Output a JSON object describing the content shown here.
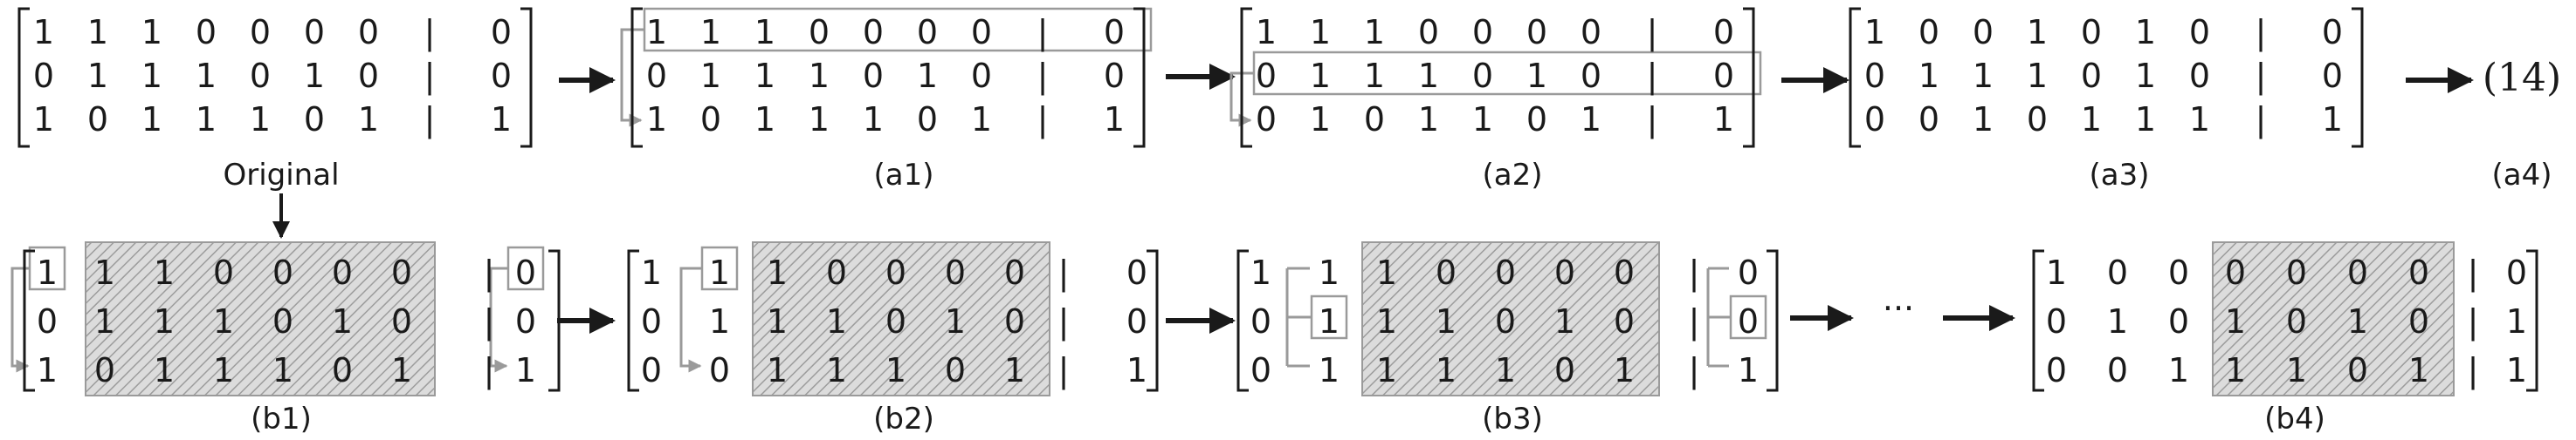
{
  "top": {
    "m0": [
      [
        "1",
        "1",
        "1",
        "0",
        "0",
        "0",
        "0",
        "|",
        "0"
      ],
      [
        "0",
        "1",
        "1",
        "1",
        "0",
        "1",
        "0",
        "|",
        "0"
      ],
      [
        "1",
        "0",
        "1",
        "1",
        "1",
        "0",
        "1",
        "|",
        "1"
      ]
    ],
    "a1": [
      [
        "1",
        "1",
        "1",
        "0",
        "0",
        "0",
        "0",
        "|",
        "0"
      ],
      [
        "0",
        "1",
        "1",
        "1",
        "0",
        "1",
        "0",
        "|",
        "0"
      ],
      [
        "1",
        "0",
        "1",
        "1",
        "1",
        "0",
        "1",
        "|",
        "1"
      ]
    ],
    "a2": [
      [
        "1",
        "1",
        "1",
        "0",
        "0",
        "0",
        "0",
        "|",
        "0"
      ],
      [
        "0",
        "1",
        "1",
        "1",
        "0",
        "1",
        "0",
        "|",
        "0"
      ],
      [
        "0",
        "1",
        "0",
        "1",
        "1",
        "0",
        "1",
        "|",
        "1"
      ]
    ],
    "a3": [
      [
        "1",
        "0",
        "0",
        "1",
        "0",
        "1",
        "0",
        "|",
        "0"
      ],
      [
        "0",
        "1",
        "1",
        "1",
        "0",
        "1",
        "0",
        "|",
        "0"
      ],
      [
        "0",
        "0",
        "1",
        "0",
        "1",
        "1",
        "1",
        "|",
        "1"
      ]
    ],
    "labels": {
      "a1": "(a1)",
      "a2": "(a2)",
      "a3": "(a3)",
      "a4": "(a4)"
    },
    "eq": "(14)",
    "original": "Original"
  },
  "bottom": {
    "b1": {
      "left": [
        [
          "1"
        ],
        [
          "0"
        ],
        [
          "1"
        ]
      ],
      "shaded": [
        [
          "1",
          "1",
          "0",
          "0",
          "0",
          "0"
        ],
        [
          "1",
          "1",
          "1",
          "0",
          "1",
          "0"
        ],
        [
          "0",
          "1",
          "1",
          "1",
          "0",
          "1"
        ]
      ],
      "bar": "|",
      "right": [
        "0",
        "0",
        "1"
      ]
    },
    "b2": {
      "left": [
        [
          "1",
          "1"
        ],
        [
          "0",
          "1"
        ],
        [
          "0",
          "0"
        ]
      ],
      "shaded": [
        [
          "1",
          "0",
          "0",
          "0",
          "0"
        ],
        [
          "1",
          "1",
          "0",
          "1",
          "0"
        ],
        [
          "1",
          "1",
          "1",
          "0",
          "1"
        ]
      ],
      "bar": "|",
      "right": [
        "0",
        "0",
        "1"
      ]
    },
    "b3": {
      "left": [
        [
          "1",
          "1"
        ],
        [
          "0",
          "1"
        ],
        [
          "0",
          "1"
        ]
      ],
      "shaded": [
        [
          "1",
          "0",
          "0",
          "0",
          "0"
        ],
        [
          "1",
          "1",
          "0",
          "1",
          "0"
        ],
        [
          "1",
          "1",
          "1",
          "0",
          "1"
        ]
      ],
      "bar": "|",
      "right": [
        "0",
        "0",
        "1"
      ]
    },
    "b4": {
      "left": [
        [
          "1",
          "0",
          "0"
        ],
        [
          "0",
          "1",
          "0"
        ],
        [
          "0",
          "0",
          "1"
        ]
      ],
      "shaded": [
        [
          "0",
          "0",
          "0",
          "0"
        ],
        [
          "1",
          "0",
          "1",
          "0"
        ],
        [
          "1",
          "1",
          "0",
          "1"
        ]
      ],
      "bar": "|",
      "right": [
        "0",
        "1",
        "1"
      ]
    },
    "labels": {
      "b1": "(b1)",
      "b2": "(b2)",
      "b3": "(b3)",
      "b4": "(b4)"
    },
    "ellipsis": "···"
  },
  "colors": {
    "ink": "#1a1a1a",
    "highlight": "#9a9a9a",
    "shade": "#d7d7d7",
    "hatch": "#9c9c9c"
  }
}
